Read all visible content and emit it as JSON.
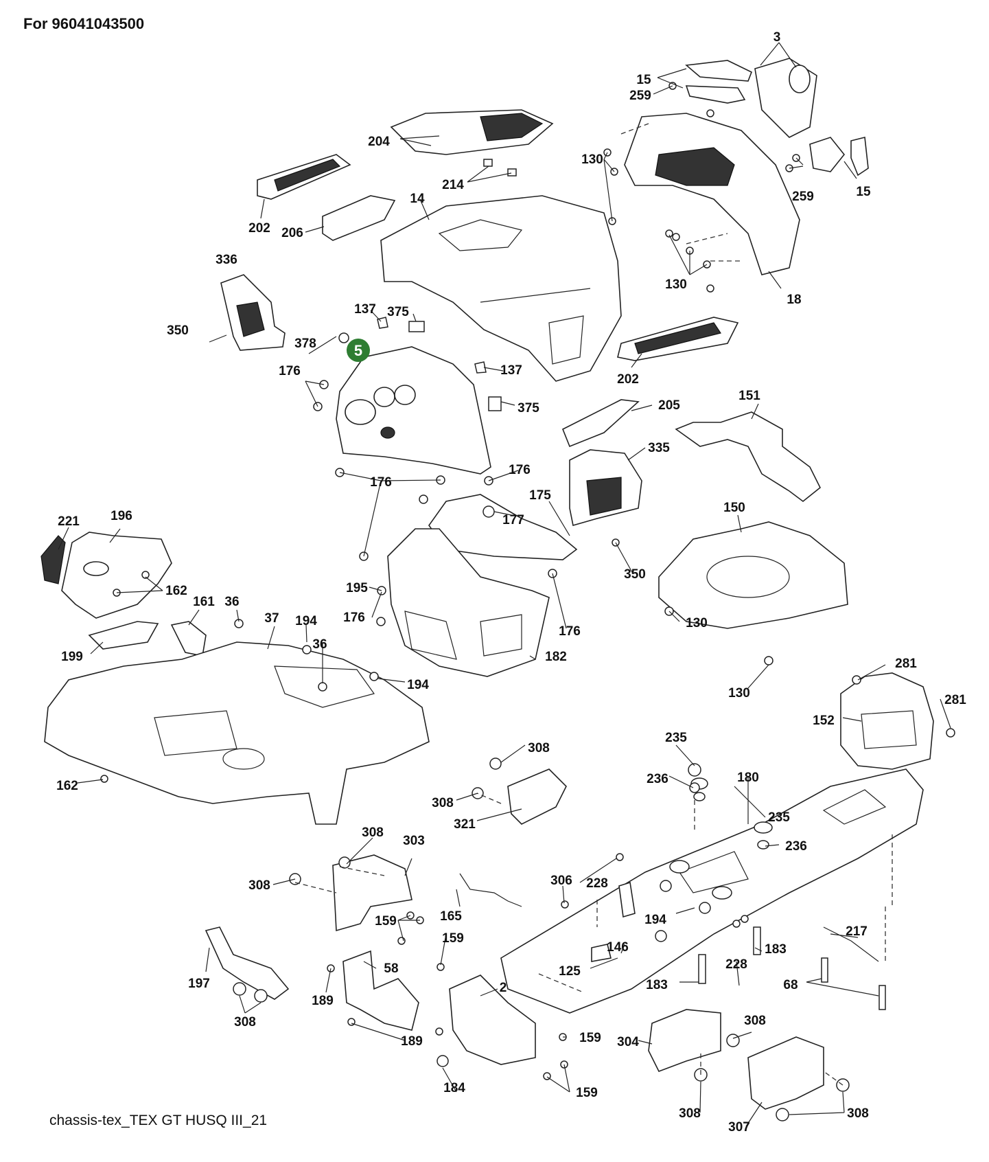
{
  "header": {
    "title": "For 96041043500"
  },
  "caption": "chassis-tex_TEX GT HUSQ III_21",
  "badge": {
    "label": "5",
    "color": "#2e7d32"
  },
  "part_numbers": {
    "p3": "3",
    "p15a": "15",
    "p259a": "259",
    "p204": "204",
    "p130a": "130",
    "p259b": "259",
    "p15b": "15",
    "p214": "214",
    "p14": "14",
    "p202a": "202",
    "p206": "206",
    "p336": "336",
    "p130b": "130",
    "p18": "18",
    "p137a": "137",
    "p375a": "375",
    "p350a": "350",
    "p378": "378",
    "p137b": "137",
    "p202b": "202",
    "p176a": "176",
    "p375b": "375",
    "p205": "205",
    "p151": "151",
    "p335": "335",
    "p176b": "176",
    "p176c": "176",
    "p175": "175",
    "p177": "177",
    "p150": "150",
    "p221": "221",
    "p196": "196",
    "p162a": "162",
    "p195": "195",
    "p350b": "350",
    "p161": "161",
    "p36a": "36",
    "p37": "37",
    "p194a": "194",
    "p176d": "176",
    "p176e": "176",
    "p130c": "130",
    "p36b": "36",
    "p199": "199",
    "p182": "182",
    "p194b": "194",
    "p130d": "130",
    "p281a": "281",
    "p281b": "281",
    "p152": "152",
    "p235a": "235",
    "p308a": "308",
    "p162b": "162",
    "p236a": "236",
    "p180": "180",
    "p308b": "308",
    "p235b": "235",
    "p321": "321",
    "p236b": "236",
    "p308c": "308",
    "p303": "303",
    "p308d": "308",
    "p228a": "228",
    "p306": "306",
    "p165": "165",
    "p159a": "159",
    "p194c": "194",
    "p217": "217",
    "p159b": "159",
    "p146": "146",
    "p183a": "183",
    "p197": "197",
    "p58": "58",
    "p125": "125",
    "p228b": "228",
    "p2": "2",
    "p183b": "183",
    "p68": "68",
    "p189a": "189",
    "p308e": "308",
    "p308f": "308",
    "p189b": "189",
    "p159c": "159",
    "p304": "304",
    "p184": "184",
    "p159d": "159",
    "p308g": "308",
    "p307": "307",
    "p308h": "308"
  }
}
